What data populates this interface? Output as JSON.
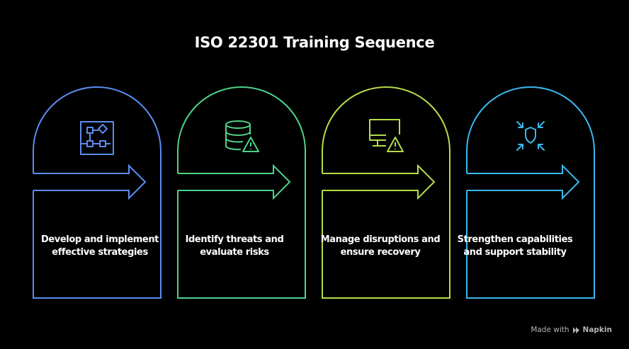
{
  "title": "ISO 22301 Training Sequence",
  "steps": [
    {
      "text": "Develop and implement effective strategies",
      "icon": "flowchart-icon",
      "color": "#5b8def"
    },
    {
      "text": "Identify threats and evaluate risks",
      "icon": "database-warning-icon",
      "color": "#4fd38a"
    },
    {
      "text": "Manage disruptions and ensure recovery",
      "icon": "monitor-warning-icon",
      "color": "#b5dd4a"
    },
    {
      "text": "Strengthen capabilities and support stability",
      "icon": "shield-arrows-icon",
      "color": "#3cb8ee"
    }
  ],
  "footer": {
    "prefix": "Made with",
    "brand": "Napkin"
  }
}
